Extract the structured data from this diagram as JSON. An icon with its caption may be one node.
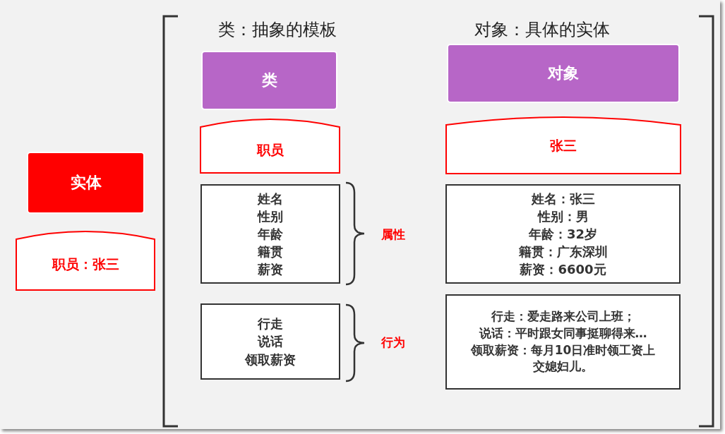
{
  "diagram": {
    "nodes": [
      {
        "text": [
          "实体"
        ]
      },
      {
        "text": [
          "职员：张三"
        ]
      },
      {
        "text": [
          "类"
        ]
      },
      {
        "text": [
          "职员"
        ]
      },
      {
        "text": [
          "姓名",
          "性别",
          "年龄",
          "籍贯",
          "薪资"
        ]
      },
      {
        "text": [
          "行走",
          "说话",
          "领取薪资"
        ]
      },
      {
        "text": [
          "对象"
        ]
      },
      {
        "text": [
          "张三"
        ]
      },
      {
        "text": [
          "姓名：张三",
          "性别：男",
          "年龄：32岁",
          "籍贯：广东深圳",
          "薪资：6600元"
        ]
      },
      {
        "text": [
          "行走：爱走路来公司上班；",
          "说话：平时跟女同事挺聊得来…",
          "领取薪资：每月10日准时领工资上交媳妇儿。"
        ]
      }
    ],
    "labels": [
      "类：抽象的模板",
      "对象：具体的实体",
      "属性",
      "行为"
    ]
  }
}
